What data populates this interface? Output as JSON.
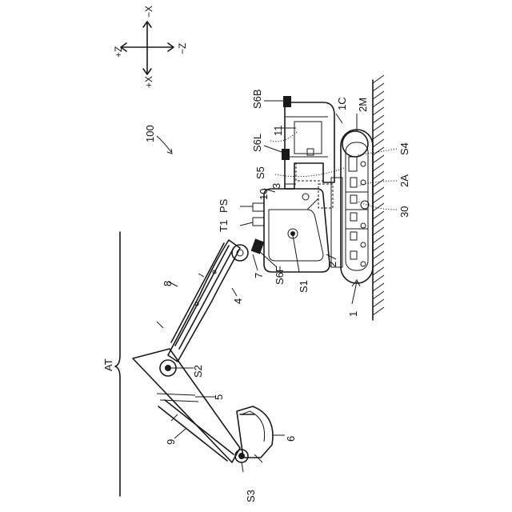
{
  "axes": {
    "minus_x": "−X",
    "plus_x": "+X",
    "plus_z": "+Z",
    "minus_z": "−Z"
  },
  "labels": {
    "fig_ref": "100",
    "attachment": "AT",
    "machine": "1",
    "undercarriage": "2",
    "track": "2A",
    "motor": "2M",
    "upper_swing_body": "3",
    "boom": "4",
    "arm": "5",
    "bucket": "6",
    "boom_cylinder": "7",
    "arm_cylinder": "8",
    "bucket_cylinder": "9",
    "cab": "10",
    "counterweight": "11",
    "swing_mechanism": "1C",
    "controller": "30",
    "pump_sensor": "PS",
    "t1": "T1",
    "s1": "S1",
    "s2": "S2",
    "s3": "S3",
    "s4": "S4",
    "s5": "S5",
    "s6b": "S6B",
    "s6l": "S6L",
    "s6f": "S6F"
  }
}
